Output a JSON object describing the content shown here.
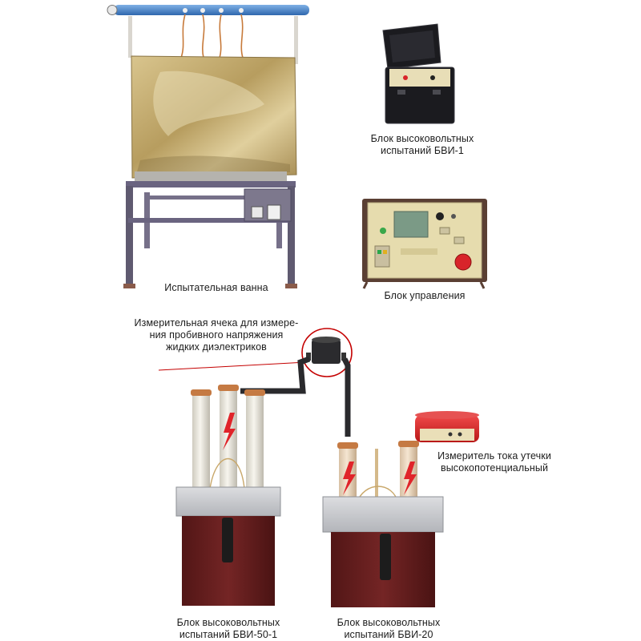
{
  "captions": {
    "test_bath": "Испытательная ванна",
    "bvi1": {
      "line1": "Блок высоковольтных",
      "line2": "испытаний БВИ-1"
    },
    "control_unit": "Блок управления",
    "measuring_cell": {
      "line1": "Измерительная ячека для измере-",
      "line2": "ния пробивного напряжения",
      "line3": "жидких диэлектриков"
    },
    "leak_meter": {
      "line1": "Измеритель тока утечки",
      "line2": "высокопотенциальный"
    },
    "bvi50": {
      "line1": "Блок высоковольтных",
      "line2": "испытаний БВИ-50-1"
    },
    "bvi20": {
      "line1": "Блок высоковольтных",
      "line2": "испытаний БВИ-20"
    }
  },
  "colors": {
    "frame": "#5f5a70",
    "rail": "#4f86c9",
    "panel": "#c9b27a",
    "case": "#1b1b1f",
    "control_face": "#e6dcae",
    "display": "#7b9a86",
    "stop_button": "#d8242a",
    "cabinet": "#6a1f1f",
    "cover": "#c9cbcf",
    "insulator": "#ece9df",
    "bolt": "#e0242a",
    "leak_meter": "#d82a2a",
    "callout": "#c40000"
  }
}
